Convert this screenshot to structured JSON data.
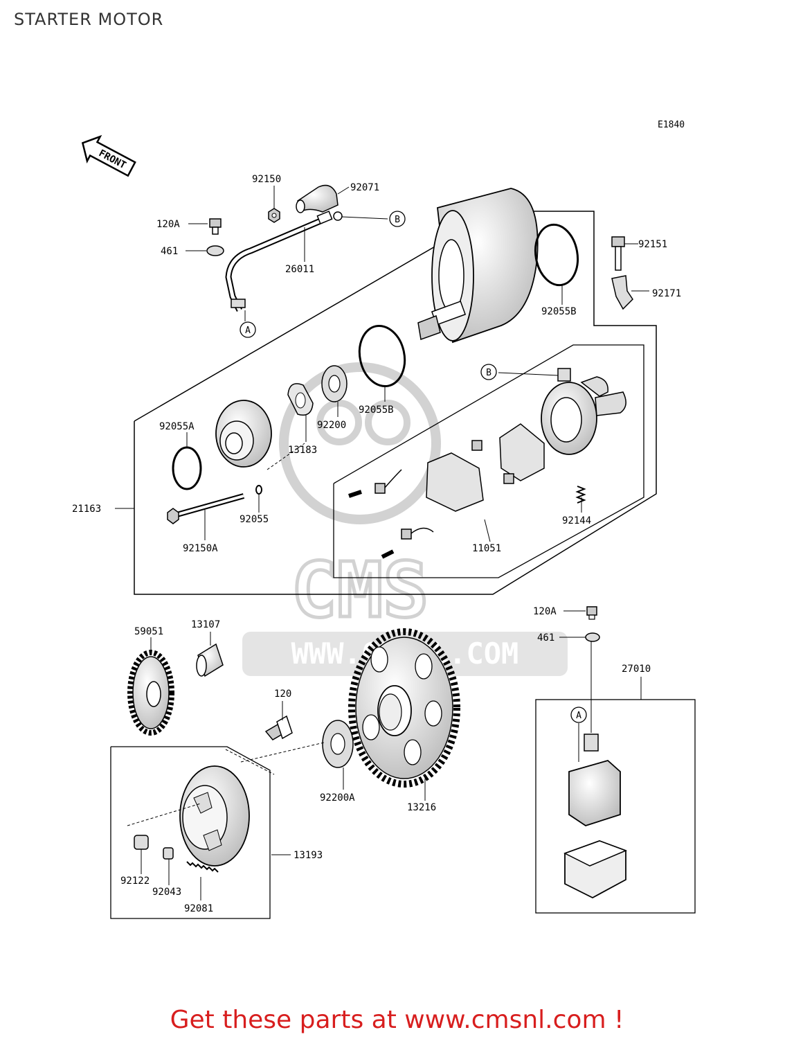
{
  "title": "STARTER MOTOR",
  "diagram_code": "E1840",
  "front_label": "FRONT",
  "watermark": {
    "logo_text": "CMS",
    "url_text": "WWW.CMSNL.COM"
  },
  "footer": {
    "text": "Get these parts at www.cmsnl.com !",
    "color": "#d81e1e"
  },
  "refs": {
    "a": "A",
    "b": "B"
  },
  "parts": {
    "p92150": "92150",
    "p92071": "92071",
    "p120A_top": "120A",
    "p461_top": "461",
    "p26011": "26011",
    "p92151": "92151",
    "p92171": "92171",
    "p92055B_top": "92055B",
    "p92055B": "92055B",
    "p92055A": "92055A",
    "p13183": "13183",
    "p92200": "92200",
    "p21163": "21163",
    "p92055": "92055",
    "p92150A": "92150A",
    "p11051": "11051",
    "p92144": "92144",
    "p120A_mid": "120A",
    "p461_mid": "461",
    "p59051": "59051",
    "p13107": "13107",
    "p27010": "27010",
    "p120": "120",
    "p92200A": "92200A",
    "p13216": "13216",
    "p13193": "13193",
    "p92122": "92122",
    "p92043": "92043",
    "p92081": "92081"
  }
}
